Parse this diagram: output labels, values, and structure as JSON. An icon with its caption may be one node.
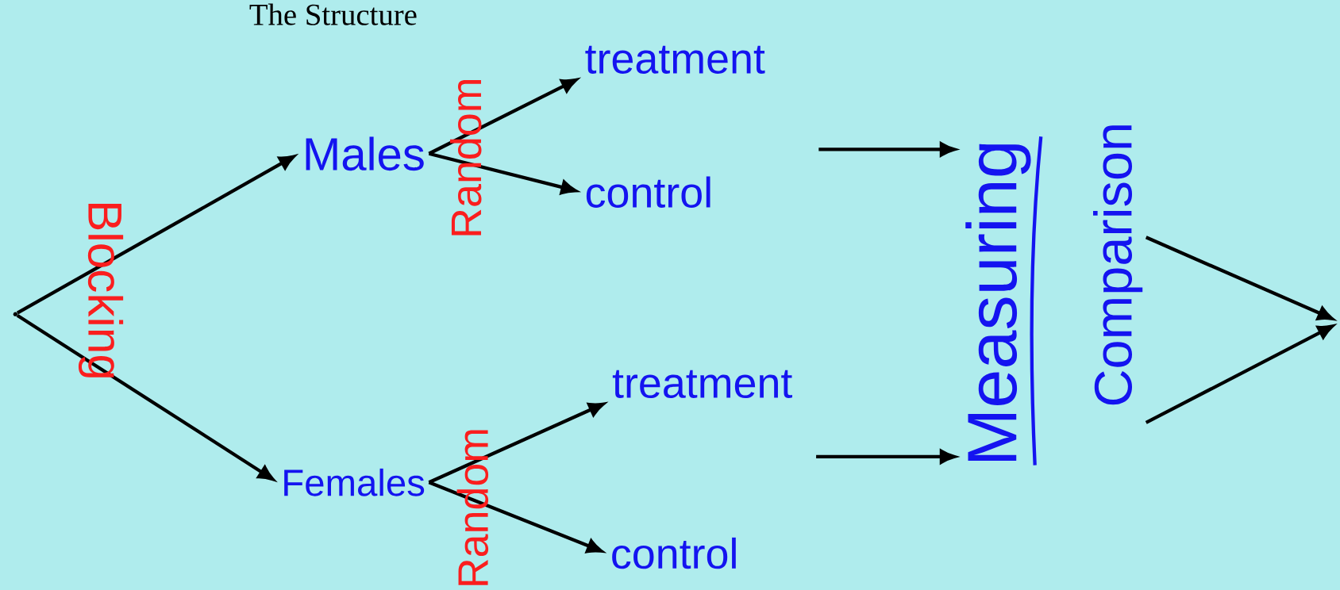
{
  "diagram": {
    "title": "The Structure",
    "nodes": [
      {
        "text": [],
        "shape": "circle"
      },
      {
        "text": [
          "Males"
        ]
      },
      {
        "text": [
          "Females"
        ]
      },
      {
        "text": [
          "treatment"
        ]
      },
      {
        "text": [
          "control"
        ]
      },
      {
        "text": [
          "treatment"
        ]
      },
      {
        "text": [
          "control"
        ]
      },
      {
        "text": [
          "Measuring"
        ]
      },
      {
        "text": [
          "Comparison"
        ]
      }
    ],
    "edges": [
      {
        "from": 0,
        "to": 1,
        "arrow": "to"
      },
      {
        "from": 0,
        "to": 2,
        "arrow": "to"
      },
      {
        "from": 1,
        "to": 3,
        "arrow": "to"
      },
      {
        "from": 1,
        "to": 4,
        "arrow": "to"
      },
      {
        "from": 2,
        "to": 5,
        "arrow": "to"
      },
      {
        "from": 2,
        "to": 6,
        "arrow": "to"
      },
      {
        "from": null,
        "to": 7,
        "arrow": "to"
      },
      {
        "from": null,
        "to": 7,
        "arrow": "to"
      },
      {
        "from": 8,
        "to": null,
        "arrow": "to"
      },
      {
        "from": 8,
        "to": null,
        "arrow": "to"
      }
    ],
    "labels": [
      "Blocking",
      "Random",
      "Random"
    ]
  }
}
